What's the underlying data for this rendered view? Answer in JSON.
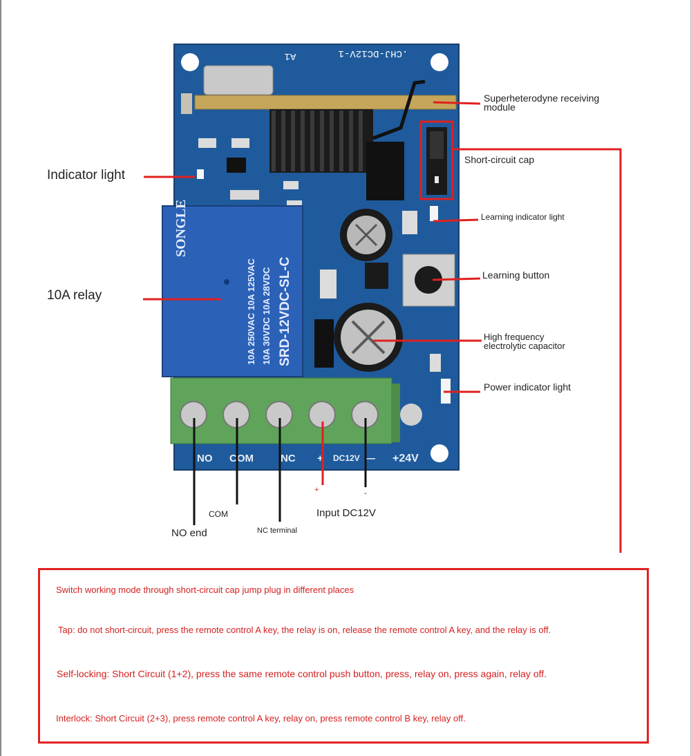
{
  "board": {
    "silk_top": ".CHJ-DC12V-1",
    "silk_a1": "A1",
    "relay_brand": "SONGLE",
    "relay_model": "SRD-12VDC-SL-C",
    "relay_rating_1": "10A 250VAC  10A 125VAC",
    "relay_rating_2": "10A 30VDC  10A 28VDC",
    "terminals": [
      "NO",
      "COM",
      "NC",
      "+",
      "DC12V",
      "—"
    ],
    "plus24": "+24V"
  },
  "callouts": {
    "superhet": "Superheterodyne receiving module",
    "short_cap": "Short-circuit cap",
    "indicator": "Indicator light",
    "learning_light": "Learning indicator light",
    "learning_button": "Learning button",
    "relay": "10A relay",
    "hf_cap": "High frequency electrolytic capacitor",
    "power_light": "Power indicator light"
  },
  "wires": {
    "com": "COM",
    "no": "NO end",
    "nc": "NC terminal",
    "plus": "+",
    "minus": "-",
    "input": "Input DC12V"
  },
  "notes": {
    "intro": "Switch working mode through short-circuit cap jump plug in different places",
    "tap": "Tap: do not short-circuit, press the remote control A key, the relay is on, release the remote control A key, and the relay is off.",
    "self_locking": "Self-locking: Short Circuit (1+2), press the same remote control push button, press, relay on, press again, relay off.",
    "interlock": "Interlock: Short Circuit (2+3), press remote control A key, relay on, press remote control B key, relay off."
  },
  "colors": {
    "pcb": "#1f5b9c",
    "relay": "#2b62b8",
    "terminal": "#5fa45a",
    "callout": "#e02020"
  }
}
